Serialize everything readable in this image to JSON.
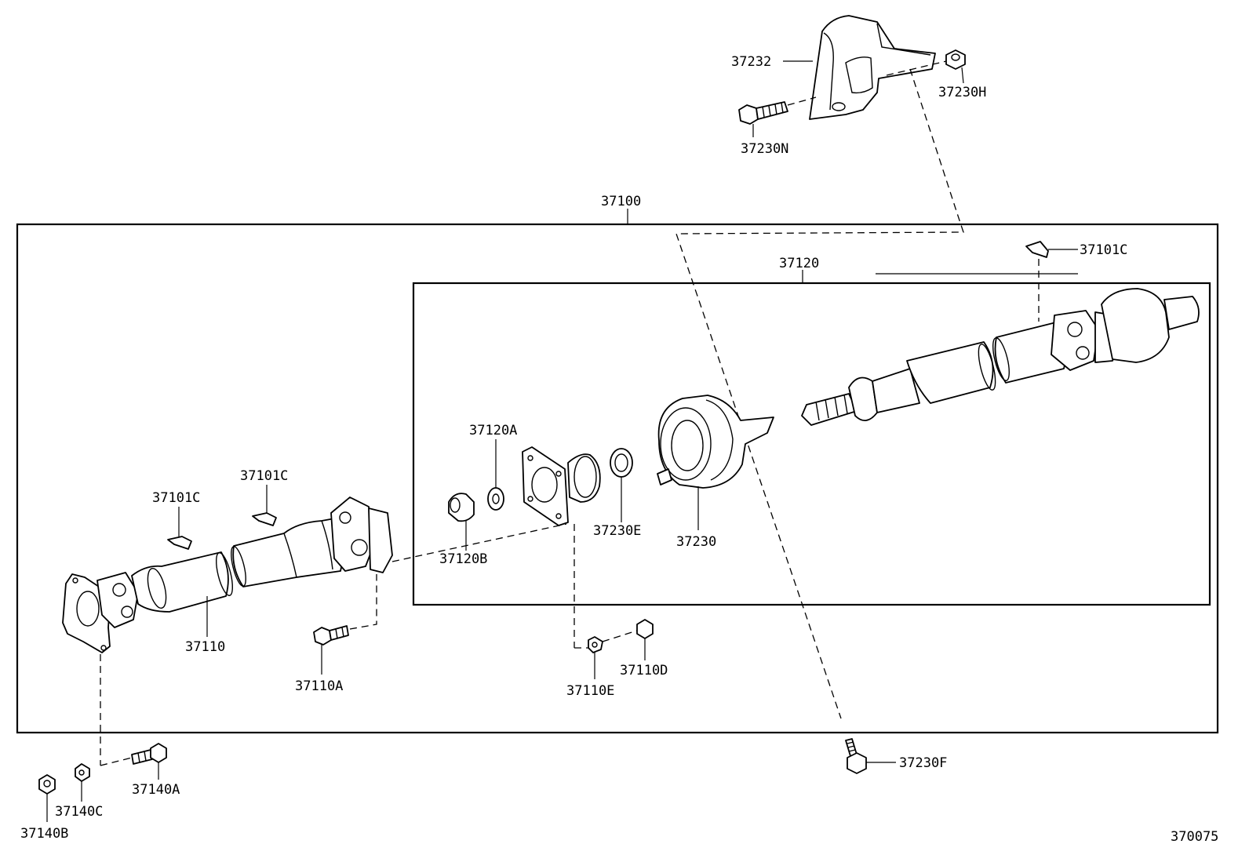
{
  "diagram_id": "370075",
  "assembly": {
    "outer": "37100",
    "inner": "37120"
  },
  "parts": {
    "support_bracket": "37232",
    "bracket_nut": "37230H",
    "bracket_bolt": "37230N",
    "clip_rear": "37101C",
    "clip_front_1": "37101C",
    "clip_front_2": "37101C",
    "washer": "37120A",
    "flange_nut": "37120B",
    "spacer": "37230E",
    "center_bearing": "37230",
    "front_shaft": "37110",
    "front_bolt": "37110A",
    "center_nut": "37110D",
    "center_washer": "37110E",
    "lower_bolt": "37230F",
    "flange_bolt": "37140A",
    "flange_washer": "37140C",
    "flange_nut_front": "37140B"
  }
}
